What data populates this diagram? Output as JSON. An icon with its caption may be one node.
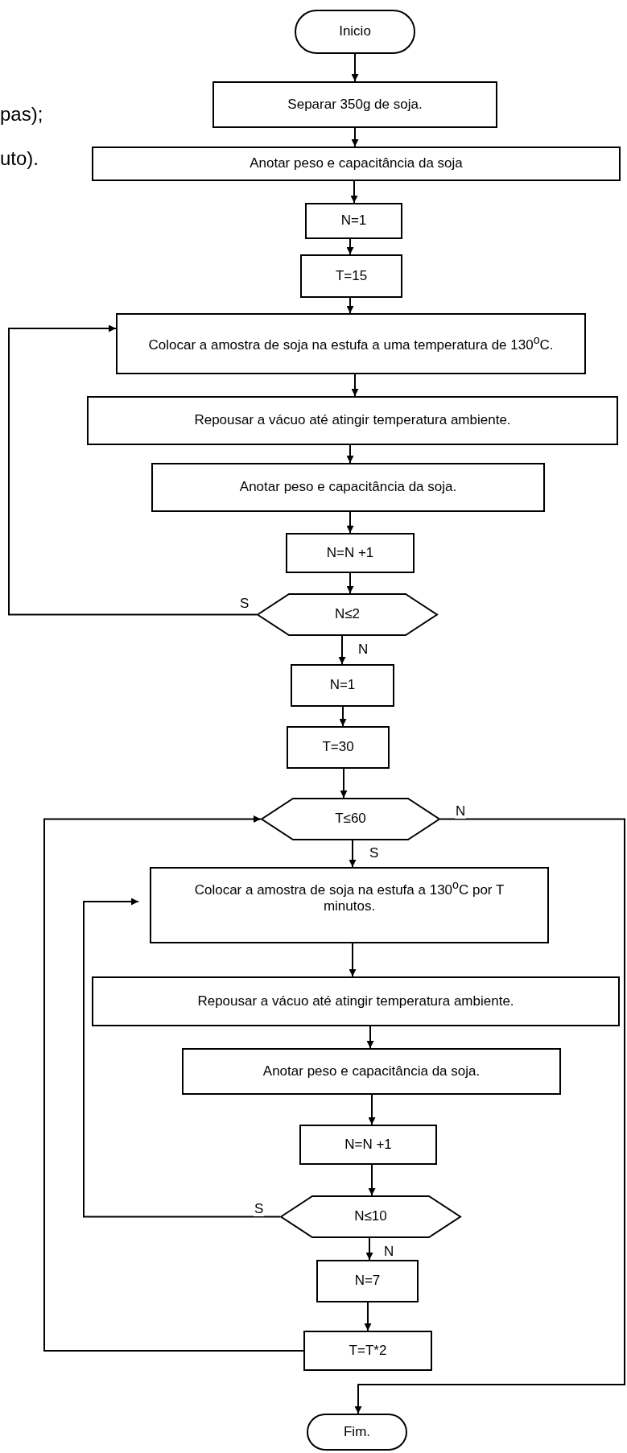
{
  "diagram": {
    "nodes": [
      {
        "text": [
          "Inicio"
        ]
      },
      {
        "text": [
          "Separar 350g de soja."
        ]
      },
      {
        "text": [
          "Anotar peso e capacitância da soja"
        ]
      },
      {
        "text": [
          "N=1"
        ]
      },
      {
        "text": [
          "T=15"
        ]
      },
      {
        "text": [
          "Colocar a amostra de soja na estufa a uma temperatura de 130$^{o}$C."
        ]
      },
      {
        "text": [
          "Repousar a vácuo até atingir temperatura ambiente."
        ]
      },
      {
        "text": [
          "Anotar peso e capacitância da soja."
        ]
      },
      {
        "text": [
          "N=N +1"
        ]
      },
      {
        "text": [
          "N≤2"
        ]
      },
      {
        "text": [
          "N=1"
        ]
      },
      {
        "text": [
          "T=30"
        ]
      },
      {
        "text": [
          "T≤60"
        ]
      },
      {
        "text": [
          "Colocar a amostra de soja na estufa a 130$^{o}$C por T minutos."
        ]
      },
      {
        "text": [
          "Repousar a vácuo até atingir temperatura ambiente."
        ]
      },
      {
        "text": [
          "Anotar peso e capacitância da soja."
        ]
      },
      {
        "text": [
          "N=N +1"
        ]
      },
      {
        "text": [
          "N≤10"
        ]
      },
      {
        "text": [
          "N=7"
        ]
      },
      {
        "text": [
          "T=T*2"
        ]
      },
      {
        "text": [
          "Fim."
        ]
      }
    ],
    "edges": [
      {
        "from": 0,
        "to": 1,
        "arrow": "to"
      },
      {
        "from": 1,
        "to": 2,
        "arrow": "to"
      },
      {
        "from": 2,
        "to": 3,
        "arrow": "to"
      },
      {
        "from": 3,
        "to": 4,
        "arrow": "to"
      },
      {
        "from": 4,
        "to": 5,
        "arrow": "to"
      },
      {
        "from": 5,
        "to": 6,
        "arrow": "to"
      },
      {
        "from": 6,
        "to": 7,
        "arrow": "to"
      },
      {
        "from": 7,
        "to": 8,
        "arrow": "to"
      },
      {
        "from": 8,
        "to": 9,
        "arrow": "to"
      },
      {
        "from": 9,
        "to": 5,
        "label": "S",
        "arrow": "to"
      },
      {
        "from": 9,
        "to": 10,
        "label": "N",
        "arrow": "to"
      },
      {
        "from": 10,
        "to": 11,
        "arrow": "to"
      },
      {
        "from": 11,
        "to": 12,
        "arrow": "to"
      },
      {
        "from": 12,
        "to": 13,
        "label": "S",
        "arrow": "to"
      },
      {
        "from": 12,
        "to": 20,
        "label": "N",
        "arrow": "to"
      },
      {
        "from": 13,
        "to": 14,
        "arrow": "to"
      },
      {
        "from": 14,
        "to": 15,
        "arrow": "to"
      },
      {
        "from": 15,
        "to": 16,
        "arrow": "to"
      },
      {
        "from": 16,
        "to": 17,
        "arrow": "to"
      },
      {
        "from": 17,
        "to": 13,
        "label": "S",
        "arrow": "to"
      },
      {
        "from": 17,
        "to": 18,
        "label": "N",
        "arrow": "to"
      },
      {
        "from": 18,
        "to": 19,
        "arrow": "to"
      },
      {
        "from": 19,
        "to": 12,
        "arrow": "to"
      }
    ],
    "labels": [
      "pas);",
      "uto)."
    ]
  }
}
